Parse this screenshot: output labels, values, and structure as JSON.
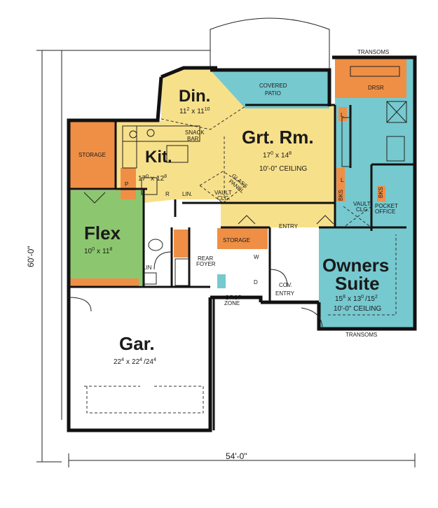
{
  "colors": {
    "kitchen_dining": "#f7e08a",
    "great_room": "#f7e08a",
    "patio": "#76c9cf",
    "owners": "#76c9cf",
    "storage": "#ef8f45",
    "flex": "#8cc76f",
    "walls": "#111111"
  },
  "rooms": {
    "dining": {
      "name": "Din.",
      "dim_a": "11",
      "dim_a_sup": "2",
      "x": "x",
      "dim_b": "11",
      "dim_b_sup": "10"
    },
    "great_room": {
      "name": "Grt. Rm.",
      "dim_a": "17",
      "dim_a_sup": "0",
      "x": "x",
      "dim_b": "14",
      "dim_b_sup": "8",
      "ceiling": "10'-0\" CEILING"
    },
    "kitchen": {
      "name": "Kit.",
      "dim_a": "17",
      "dim_a_sup": "0",
      "x": "x",
      "dim_b": "12",
      "dim_b_sup": "8"
    },
    "flex": {
      "name": "Flex",
      "dim_a": "10",
      "dim_a_sup": "0",
      "x": "x",
      "dim_b": "11",
      "dim_b_sup": "8"
    },
    "owners": {
      "name_1": "Owners",
      "name_2": "Suite",
      "dim_a": "15",
      "dim_a_sup": "8",
      "x": "x",
      "dim_b": "13",
      "dim_b_sup": "0",
      "dim_c": "/15",
      "dim_c_sup": "2",
      "ceiling": "10'-0\" CEILING"
    },
    "garage": {
      "name": "Gar.",
      "dim_a": "22",
      "dim_a_sup": "4",
      "x": "x",
      "dim_b": "22",
      "dim_b_sup": "4",
      "dim_c": "/24",
      "dim_c_sup": "4"
    }
  },
  "labels": {
    "covered_patio_1": "COVERED",
    "covered_patio_2": "PATIO",
    "storage_left": "STORAGE",
    "storage_center": "STORAGE",
    "snack_1": "SNACK",
    "snack_2": "BAR",
    "pantry": "P",
    "refrigerator": "R",
    "linen_kitchen": "LIN.",
    "linen_bath": "LIN",
    "vault_1": "VAULT",
    "vault_2": "CLG.",
    "glass_1": "GLASS",
    "glass_2": "PANEL",
    "entry": "ENTRY",
    "rear_foyer_1": "REAR",
    "rear_foyer_2": "FOYER",
    "washer": "W",
    "dryer": "D",
    "cov_entry_1": "COV.",
    "cov_entry_2": "ENTRY",
    "drop_zone_1": "DROP",
    "drop_zone_2": "ZONE",
    "pocket_1": "POCKET",
    "pocket_2": "OFFICE",
    "vault_owner_1": "VAULT",
    "vault_owner_2": "CLG.",
    "dresser": "DRSR",
    "transoms_top": "TRANSOMS",
    "transoms_bottom": "TRANSOMS",
    "bks_1": "BKS",
    "bks_2": "BKS",
    "l_1": "L",
    "l_2": "L"
  },
  "dimensions": {
    "width": "54'-0\"",
    "depth": "60'-0\""
  }
}
